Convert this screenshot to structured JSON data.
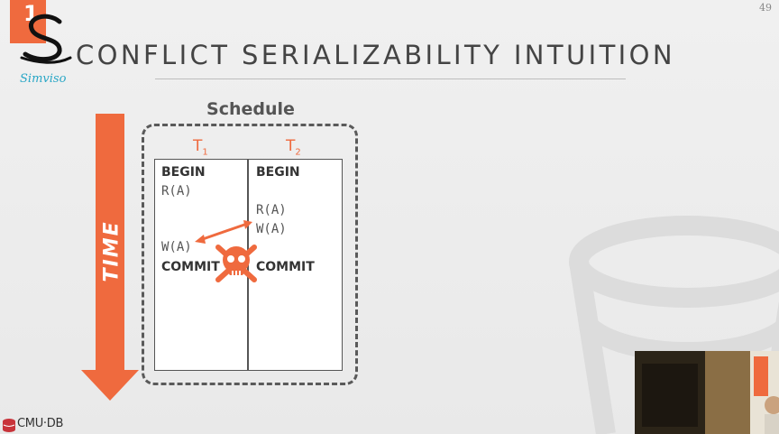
{
  "slide": {
    "tab_number": "1",
    "logo_word": "Simviso",
    "title": "CONFLICT SERIALIZABILITY INTUITION",
    "page_number": "49",
    "time_label": "TIME",
    "schedule_label": "Schedule",
    "t1": "T",
    "t1_sub": "1",
    "t2": "T",
    "t2_sub": "2",
    "t1_ops": {
      "begin": "BEGIN",
      "read_a": "R(A)",
      "write_a": "W(A)",
      "commit": "COMMIT"
    },
    "t2_ops": {
      "begin": "BEGIN",
      "read_a": "R(A)",
      "write_a": "W(A)",
      "commit": "COMMIT"
    },
    "footer_logo": "CMU·DB"
  },
  "colors": {
    "accent": "#ef6a3e",
    "logo_blue": "#2aa7c6",
    "text_dark": "#444444"
  },
  "icons": {
    "conflict": "skull-crossbones-icon",
    "arrow": "double-arrow-icon",
    "database": "database-icon"
  }
}
